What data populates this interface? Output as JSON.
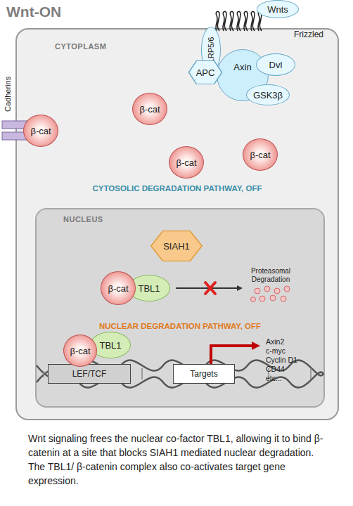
{
  "diagram": {
    "title": "Wnt-ON",
    "caption": "Wnt signaling frees the nuclear co-factor TBL1, allowing it to bind β-catenin at a site that blocks SIAH1 mediated nuclear degradation. The TBL1/ β-catenin complex also co-activates target gene expression.",
    "nodes": [
      {
        "text": [
          "Wnts"
        ]
      },
      {
        "text": [
          "CYTOPLASM"
        ]
      },
      {
        "text": [
          "LRP5/6"
        ],
        "in": 1
      },
      {
        "text": [
          "APC"
        ],
        "in": 1
      },
      {
        "text": [
          "Axin"
        ],
        "in": 1
      },
      {
        "text": [
          "Dvl"
        ],
        "in": 1
      },
      {
        "text": [
          "GSK3β"
        ],
        "in": 1
      },
      {
        "text": [
          "β-cat"
        ],
        "in": 1
      },
      {
        "text": [
          "β-cat"
        ],
        "in": 1
      },
      {
        "text": [
          "β-cat"
        ],
        "in": 1
      },
      {
        "text": [
          "β-cat"
        ],
        "in": 1
      },
      {
        "text": [
          "NUCLEUS"
        ],
        "in": 1
      },
      {
        "text": [
          "SIAH1"
        ],
        "in": 11
      },
      {
        "text": [
          "β-cat"
        ],
        "in": 11
      },
      {
        "text": [
          "TBL1"
        ],
        "in": 11
      },
      {
        "text": [
          "β-cat"
        ],
        "in": 11
      },
      {
        "text": [
          "TBL1"
        ],
        "in": 11
      },
      {
        "text": [
          "LEF/TCF"
        ],
        "in": 11
      },
      {
        "text": [
          "Targets"
        ],
        "in": 11
      }
    ],
    "labels": [
      "Frizzled",
      "Cadherins",
      "CYTOSOLIC DEGRADATION PATHWAY, OFF",
      "Proteasomal Degradation",
      "NUCLEAR DEGRADATION PATHWAY, OFF",
      "Axin2",
      "c-myc",
      "Cyclin D1",
      "CD44",
      "etc..."
    ]
  }
}
